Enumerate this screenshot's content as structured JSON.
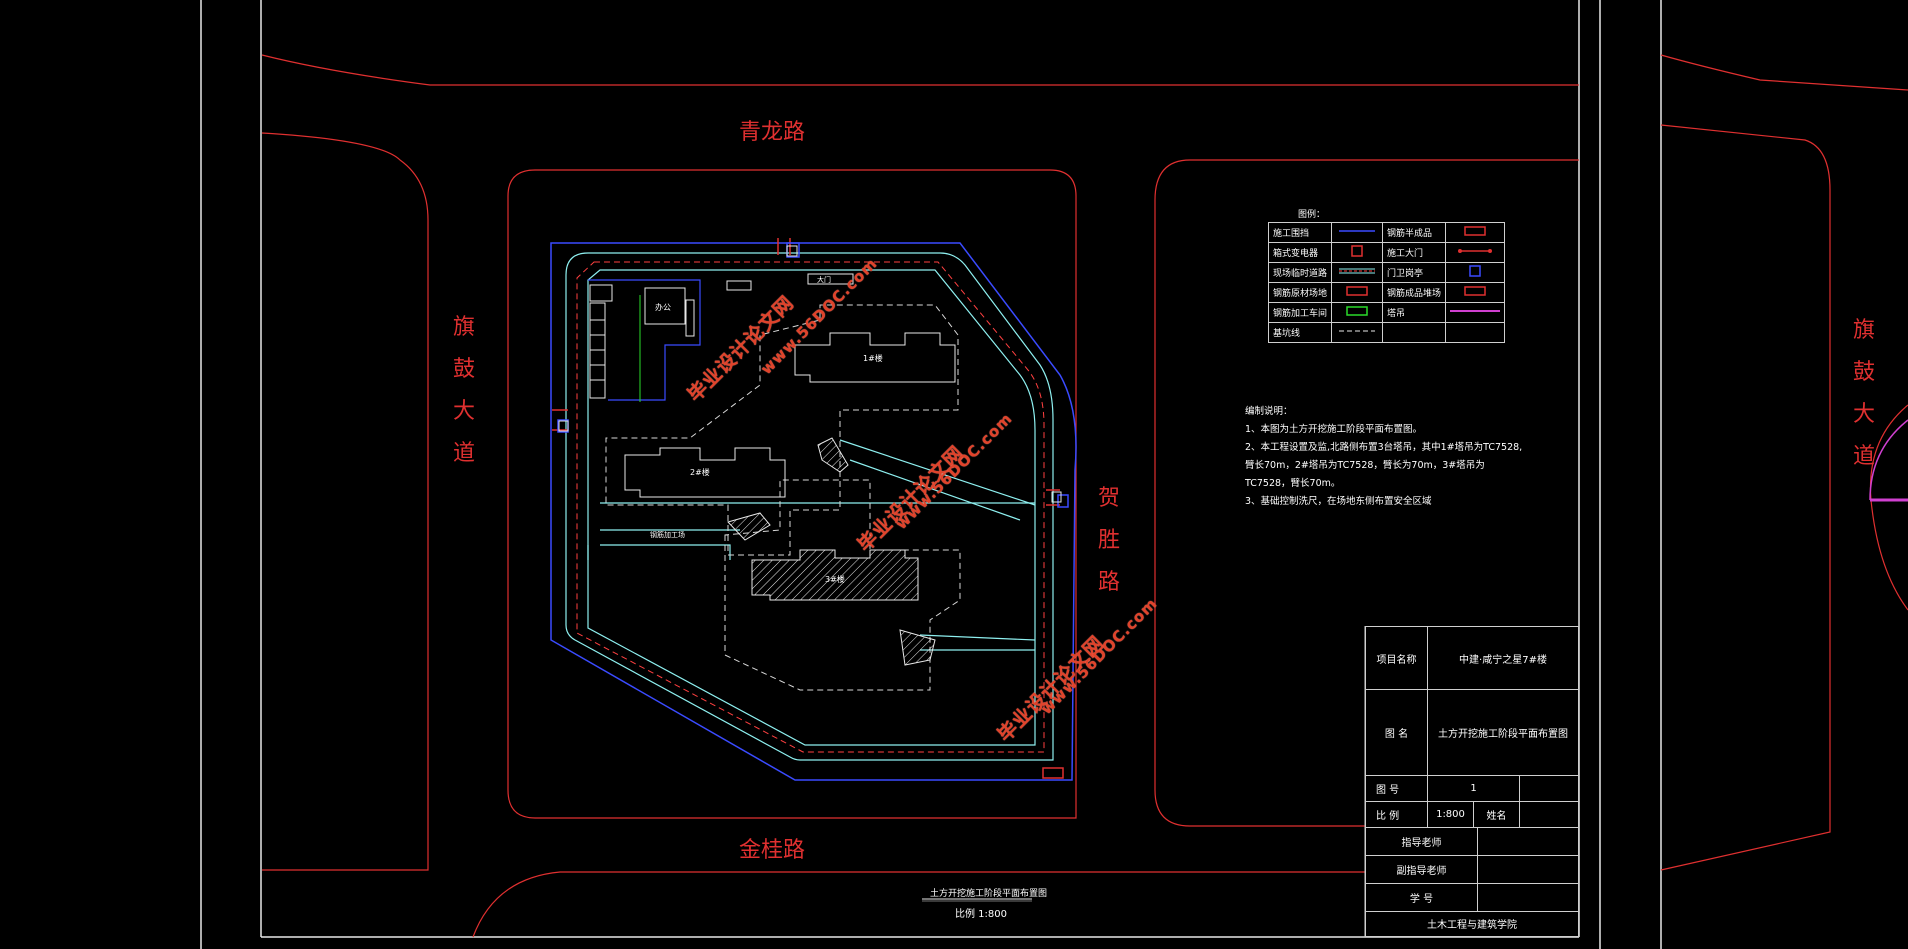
{
  "roads": {
    "north": "青龙路",
    "south": "金桂路",
    "west": "旗鼓大道",
    "east": "贺胜路",
    "west_right_sheet": "旗鼓大道"
  },
  "buildings": {
    "b1": "1#楼",
    "b2": "2#楼",
    "b3": "3#楼",
    "site_office": "办公",
    "warehouse": "钢筋加工场",
    "gate_label": "大门"
  },
  "legend": {
    "title": "图例：",
    "rows": [
      {
        "left_label": "施工围挡",
        "left_symbol": "line-blue",
        "right_label": "钢筋半成品",
        "right_symbol": "rect-red"
      },
      {
        "left_label": "箱式变电器",
        "left_symbol": "box-red",
        "right_label": "施工大门",
        "right_symbol": "gate-red"
      },
      {
        "left_label": "现场临时道路",
        "left_symbol": "double-cyan",
        "right_label": "门卫岗亭",
        "right_symbol": "box-blue"
      },
      {
        "left_label": "钢筋原材场地",
        "left_symbol": "rect-red",
        "right_label": "钢筋成品堆场",
        "right_symbol": "rect-red"
      },
      {
        "left_label": "钢筋加工车间",
        "left_symbol": "rect-green",
        "right_label": "塔吊",
        "right_symbol": "line-magenta"
      },
      {
        "left_label": "基坑线",
        "left_symbol": "dash-white",
        "right_label": "",
        "right_symbol": ""
      }
    ]
  },
  "notes": {
    "title": "编制说明：",
    "lines": [
      "1、本图为土方开挖施工阶段平面布置图。",
      "2、本工程设置及监,北路侧布置3台塔吊，其中1#塔吊为TC7528,",
      "臂长70m，2#塔吊为TC7528，臂长为70m，3#塔吊为",
      "TC7528，臂长70m。",
      "3、基础控制洗尺，在场地东侧布置安全区域"
    ]
  },
  "title_block": {
    "project_name_label": "项目名称",
    "project_name": "中建·咸宁之星7#楼",
    "drawing_name_label": "图  名",
    "drawing_name": "土方开挖施工阶段平面布置图",
    "drawing_no_label": "图 号",
    "drawing_no": "1",
    "scale_label": "比  例",
    "scale": "1:800",
    "sign_label": "姓名",
    "supervisor_label": "指导老师",
    "sub_supervisor_label": "副指导老师",
    "student_no_label": "学  号",
    "school": "土木工程与建筑学院"
  },
  "plan_caption": {
    "title": "土方开挖施工阶段平面布置图",
    "scale": "比例 1:800"
  },
  "watermarks": [
    "毕业设计论文网",
    "www.56DOC.com"
  ],
  "colors": {
    "background": "#000000",
    "road": "#e03030",
    "fence": "#3a4bff",
    "temp_road": "#8ef0f0",
    "frame": "#e8e8e8",
    "watermark": "#e0432b"
  }
}
